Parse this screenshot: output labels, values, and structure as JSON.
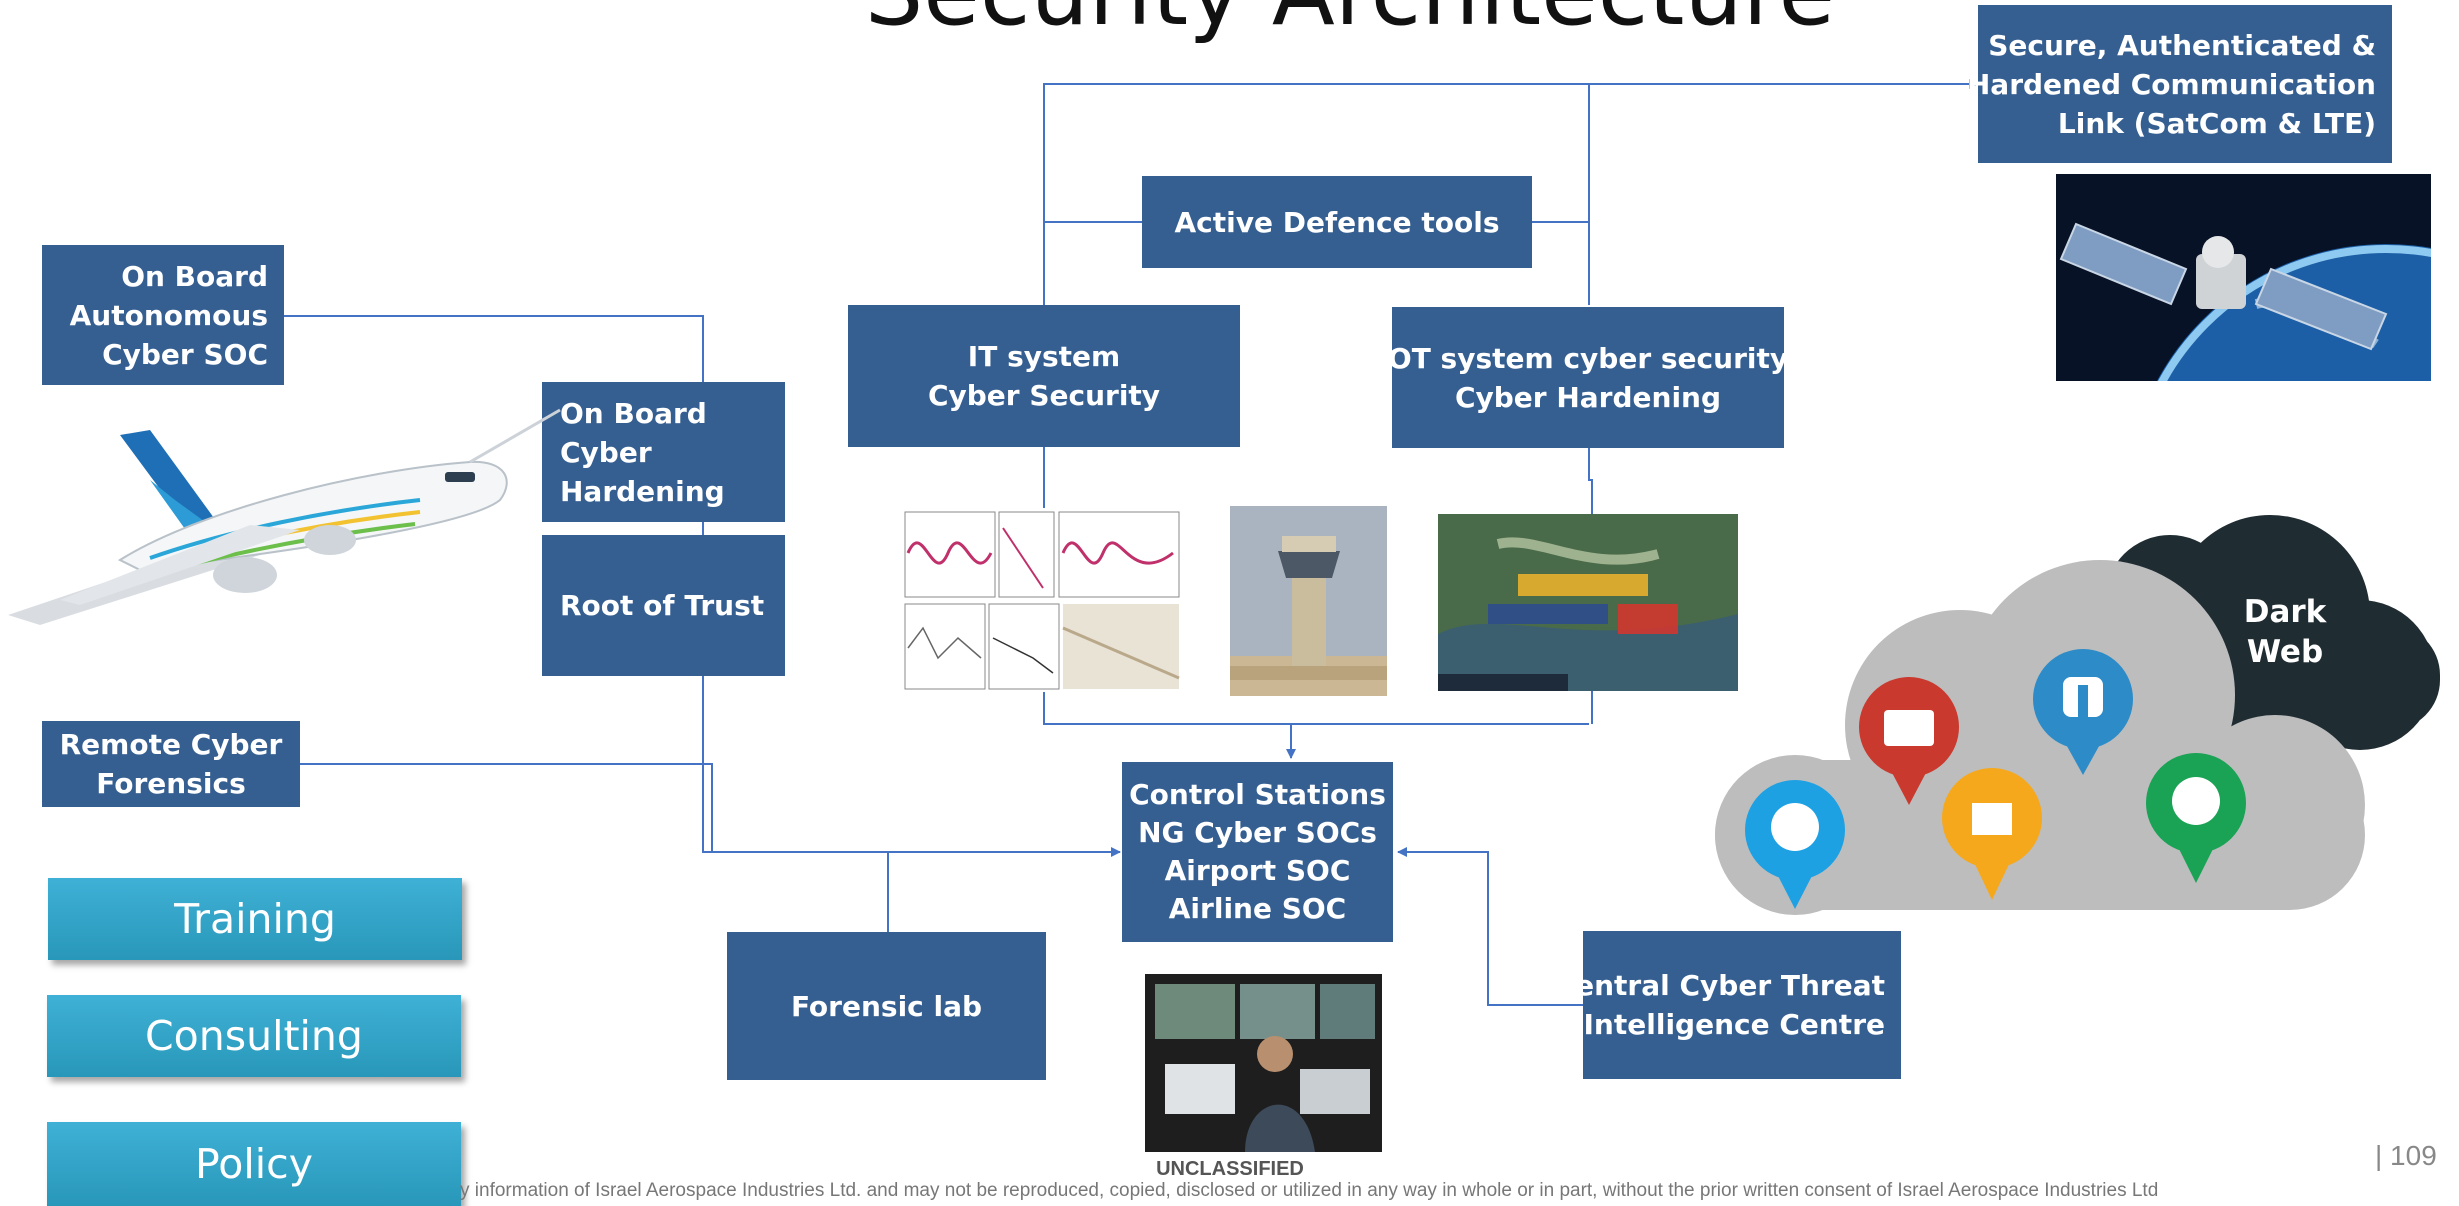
{
  "title": "Security Architecture",
  "boxes": {
    "secure_link": [
      "Secure, Authenticated &",
      "Hardened Communication",
      "Link (SatCom & LTE)"
    ],
    "active_defence": [
      "Active Defence tools"
    ],
    "onboard_soc": [
      "On Board",
      "Autonomous",
      "Cyber SOC"
    ],
    "it_system": [
      "IT system",
      "Cyber Security"
    ],
    "ot_system": [
      "OT system cyber security",
      "Cyber Hardening"
    ],
    "onboard_hardening": [
      "On Board",
      "Cyber",
      "Hardening"
    ],
    "root_of_trust": [
      "Root of Trust"
    ],
    "remote_forensics": [
      "Remote Cyber",
      "Forensics"
    ],
    "control_stations": [
      "Control Stations",
      "NG Cyber SOCs",
      "Airport SOC",
      "Airline SOC"
    ],
    "forensic_lab": [
      "Forensic lab"
    ],
    "central_threat": [
      "Central Cyber Threat",
      "Intelligence Centre"
    ]
  },
  "buttons": {
    "training": "Training",
    "consulting": "Consulting",
    "policy": "Policy"
  },
  "cloud": {
    "dark_web": [
      "Dark",
      "Web"
    ]
  },
  "footer": {
    "classification": "UNCLASSIFIED",
    "disclaimer": "y information of Israel Aerospace Industries Ltd. and may not be reproduced, copied, disclosed or utilized in any way in whole or in part, without the prior written consent of Israel Aerospace Industries Ltd",
    "page_number": "| 109"
  },
  "colors": {
    "box": "#365F91",
    "connector": "#4472C4",
    "button": "#2fa4c8",
    "cloud_gray": "#bdbdbd",
    "cloud_dark": "#1f2d33"
  }
}
